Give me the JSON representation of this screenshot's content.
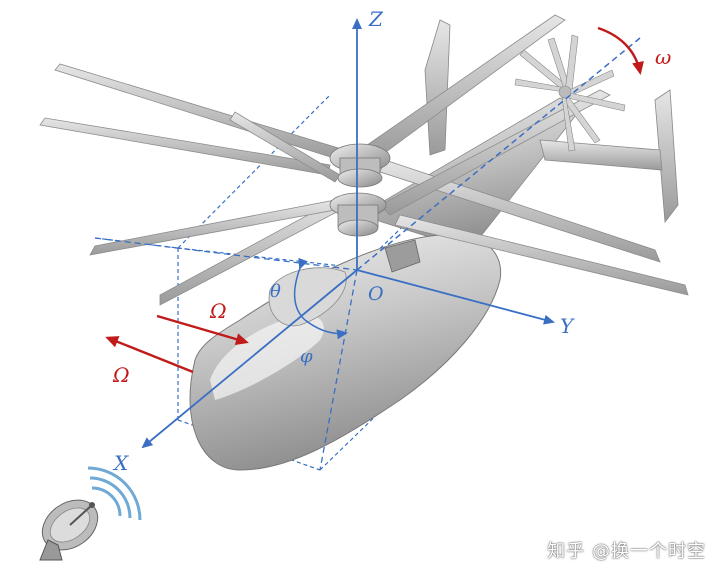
{
  "labels": {
    "z": "Z",
    "y": "Y",
    "x": "X",
    "origin": "O",
    "theta": "θ",
    "phi": "φ",
    "omega_small": "ω",
    "omega_big_1": "Ω",
    "omega_big_2": "Ω"
  },
  "watermark": "知乎 @换一个时空",
  "colors": {
    "axis": "#3a6fc4",
    "rotation": "#c01a1a",
    "body": "#c8c8c8"
  }
}
